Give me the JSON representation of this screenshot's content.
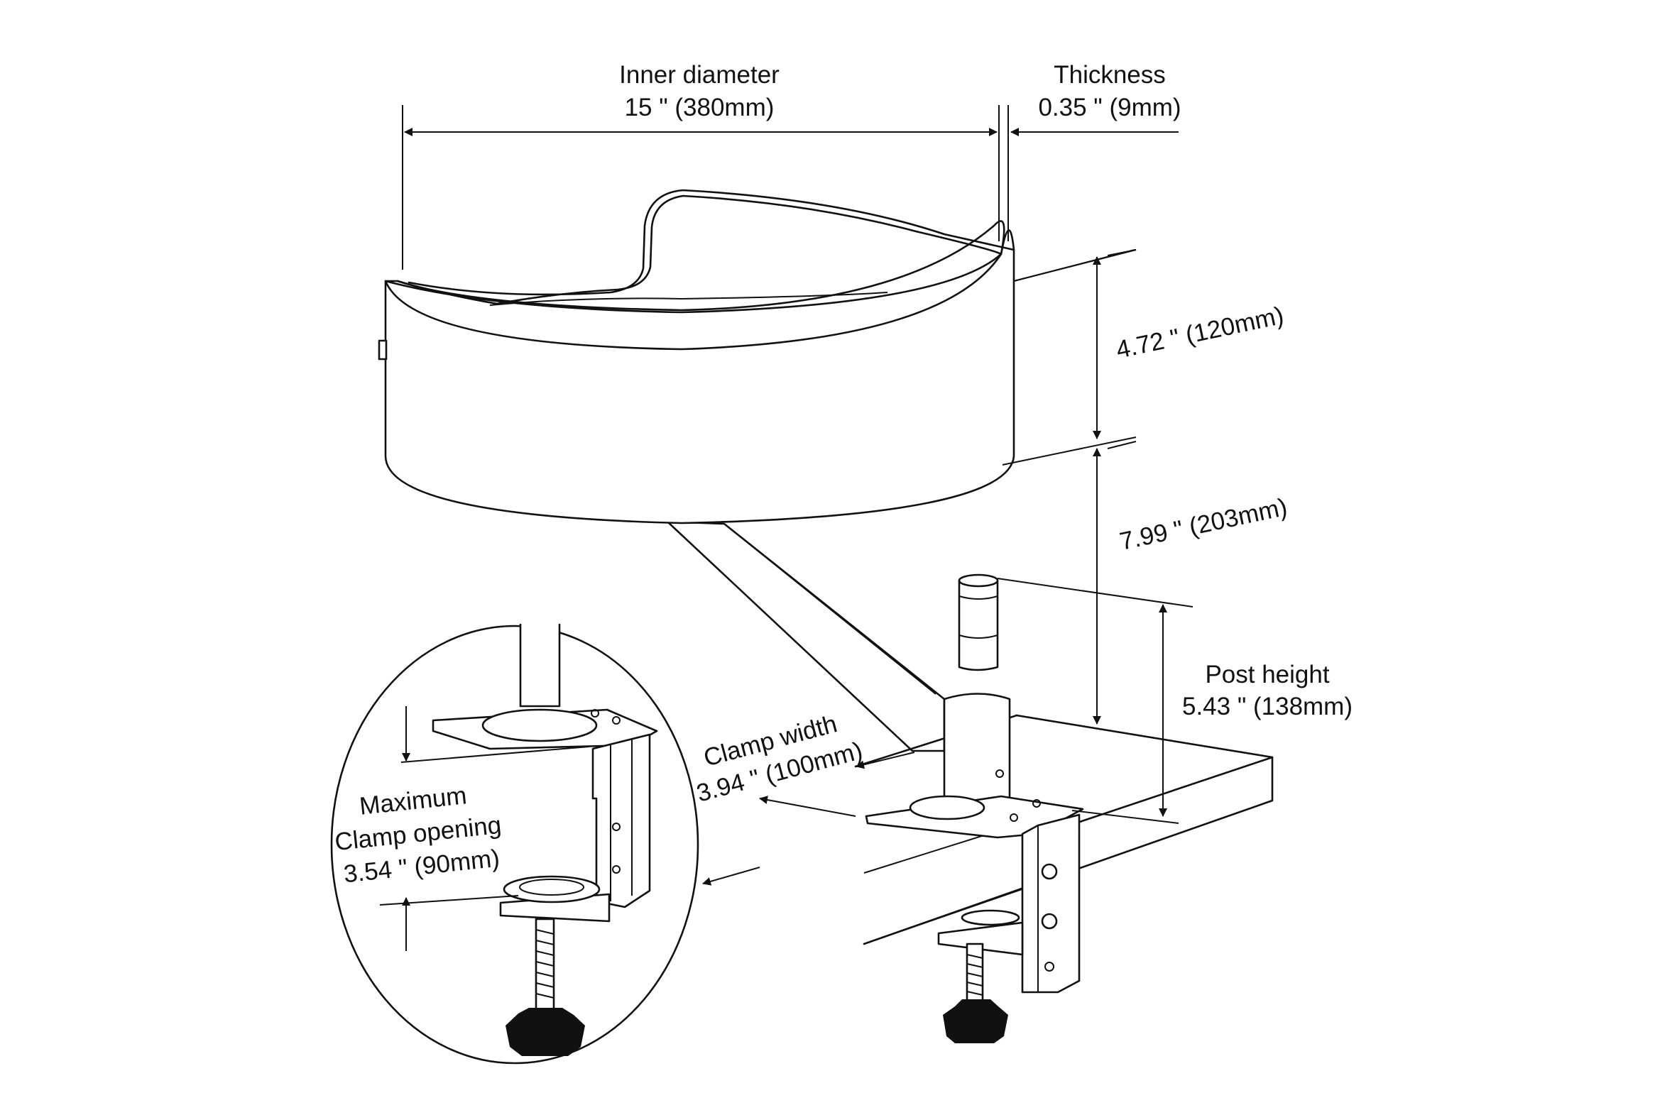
{
  "dimensions": {
    "inner_diameter": {
      "title": "Inner diameter",
      "value": "15 \" (380mm)"
    },
    "thickness": {
      "title": "Thickness",
      "value": "0.35 \" (9mm)"
    },
    "tray_height": {
      "value": "4.72 \" (120mm)"
    },
    "arm_height": {
      "value": "7.99 \" (203mm)"
    },
    "post_height": {
      "title": "Post height",
      "value": "5.43 \" (138mm)"
    },
    "clamp_width": {
      "title": "Clamp width",
      "value": "3.94 \" (100mm)"
    },
    "clamp_opening": {
      "title_line1": "Maximum",
      "title_line2": "Clamp opening",
      "value": "3.54 \" (90mm)"
    }
  },
  "colors": {
    "line": "#111111",
    "background": "#ffffff"
  }
}
